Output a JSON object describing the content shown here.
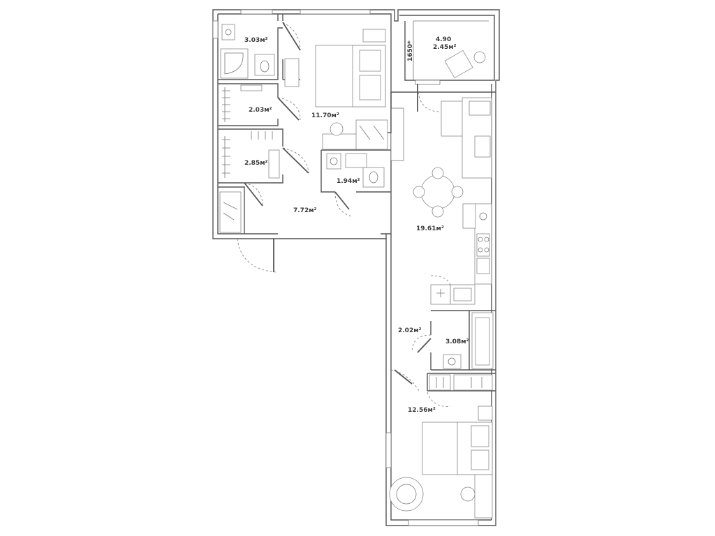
{
  "plan": {
    "rooms": [
      {
        "id": "bathroom-1",
        "area": "3.03м²"
      },
      {
        "id": "closet-1",
        "area": "2.03м²"
      },
      {
        "id": "closet-2",
        "area": "2.85м²"
      },
      {
        "id": "bedroom-1",
        "area": "11.70м²"
      },
      {
        "id": "wc",
        "area": "1.94м²"
      },
      {
        "id": "hallway",
        "area": "7.72м²"
      },
      {
        "id": "kitchen-living",
        "area": "19.61м²"
      },
      {
        "id": "corridor",
        "area": "2.02м²"
      },
      {
        "id": "bathroom-2",
        "area": "3.08м²"
      },
      {
        "id": "bedroom-2",
        "area": "12.56м²"
      }
    ],
    "balcony": {
      "size": "4.90",
      "area": "2.45м²",
      "height": "1650*"
    }
  }
}
